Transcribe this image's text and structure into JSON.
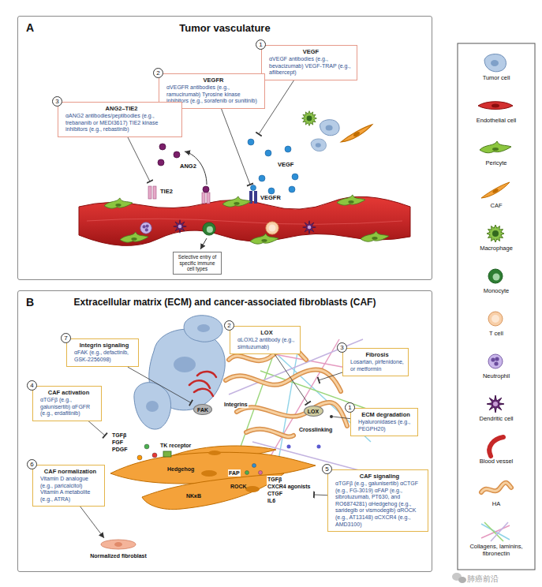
{
  "diagram": {
    "nodes": [
      {
        "text": [
          "A",
          "Tumor vasculature"
        ]
      },
      {
        "text": [
          "1",
          "VEGF",
          "αVEGF antibodies (e.g., bevacizumab) VEGF-TRAP (e.g., aflibercept)"
        ],
        "in": 0
      },
      {
        "text": [
          "2",
          "VEGFR",
          "αVEGFR antibodies (e.g., ramucirumab) Tyrosine kinase inhibitors (e.g., sorafenib or sunitinib)"
        ],
        "in": 0
      },
      {
        "text": [
          "3",
          "ANG2–TIE2",
          "αANG2 antibodies/peptibodies (e.g., trebananib or MEDI3617) TIE2 kinase inhibitors (e.g., rebastinib)"
        ],
        "in": 0
      },
      {
        "text": [
          "Selective entry of specific immune cell types"
        ],
        "in": 0
      },
      {
        "text": [
          "B",
          "Extracellular matrix (ECM) and cancer-associated fibroblasts (CAF)"
        ]
      },
      {
        "text": [
          "7",
          "Integrin signaling",
          "αFAK (e.g., defactinib, GSK-2256098)"
        ],
        "in": 5
      },
      {
        "text": [
          "2",
          "LOX",
          "αLOXL2 antibody (e.g., simtuzumab)"
        ],
        "in": 5
      },
      {
        "text": [
          "3",
          "Fibrosis",
          "Losartan, pirfenidone, or metformin"
        ],
        "in": 5
      },
      {
        "text": [
          "4",
          "CAF activation",
          "αTGFβ (e.g., galunisertib) αFGFR (e.g., erdafitinib)"
        ],
        "in": 5
      },
      {
        "text": [
          "1",
          "ECM degradation",
          "Hyaluronidases (e.g., PEGPH20)"
        ],
        "in": 5
      },
      {
        "text": [
          "6",
          "CAF normalization",
          "Vitamin D analogue (e.g., paricalcitol) Vitamin A metabolite (e.g., ATRA)"
        ],
        "in": 5
      },
      {
        "text": [
          "5",
          "CAF signaling",
          "αTGFβ (e.g., galunisertib) αCTGF (e.g., FG-3019) αFAP (e.g., sibrotuzumab, PT630, and RO6874281) αHedgehog (e.g., saridegib or vismodegib) αROCK (e.g., AT13148) αCXCR4 (e.g., AMD3100)"
        ],
        "in": 5
      },
      {
        "text": [
          "FAK"
        ],
        "in": 5
      },
      {
        "text": [
          "LOX"
        ],
        "in": 5
      }
    ],
    "edges": [
      {
        "from": 6,
        "to": 13,
        "arrow": "to"
      },
      {
        "from": 7,
        "to": 14,
        "arrow": "to"
      }
    ],
    "labels": [
      "ANG2",
      "TIE2",
      "VEGF",
      "VEGFR",
      "Integrins",
      "Crosslinking",
      "TGFβ",
      "FGF",
      "PDGF",
      "TK receptor",
      "Hedgehog",
      "NKκB",
      "ROCK",
      "FAP",
      "TGFβ",
      "CXCR4 agonists",
      "CTGF",
      "IL6",
      "Normalized fibroblast",
      "肺癌前沿"
    ],
    "legend": [
      {
        "text": "Tumor cell"
      },
      {
        "text": "Endothelial cell"
      },
      {
        "text": "Pericyte"
      },
      {
        "text": "CAF"
      },
      {
        "text": "Macrophage"
      },
      {
        "text": "Monocyte"
      },
      {
        "text": "T cell"
      },
      {
        "text": "Neutrophil"
      },
      {
        "text": "Dendritic cell"
      },
      {
        "text": "Blood vessel"
      },
      {
        "text": "HA"
      },
      {
        "text": "Collagens, laminins, fibronectin"
      }
    ]
  }
}
